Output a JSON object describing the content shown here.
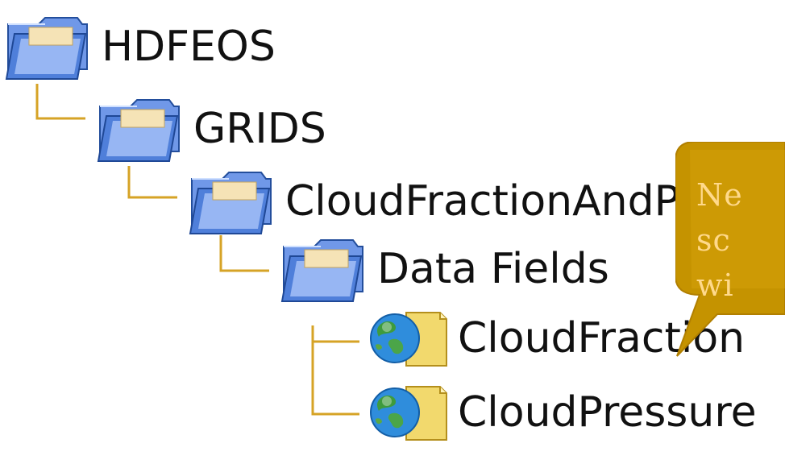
{
  "tree": {
    "nodes": [
      {
        "label": "HDFEOS",
        "icon": "folder-icon"
      },
      {
        "label": "GRIDS",
        "icon": "folder-icon"
      },
      {
        "label": "CloudFractionAndP",
        "icon": "folder-icon"
      },
      {
        "label": "Data Fields",
        "icon": "folder-icon"
      },
      {
        "label": "CloudFraction",
        "icon": "globe-document-icon"
      },
      {
        "label": "CloudPressure",
        "icon": "globe-document-icon"
      }
    ]
  },
  "callout": {
    "text": "Ne\nsc\nwi"
  },
  "colors": {
    "connector": "#d6a326",
    "callout_fill": "#c59300",
    "callout_text": "#ffd98b",
    "folder_blue": "#4d7edb"
  }
}
